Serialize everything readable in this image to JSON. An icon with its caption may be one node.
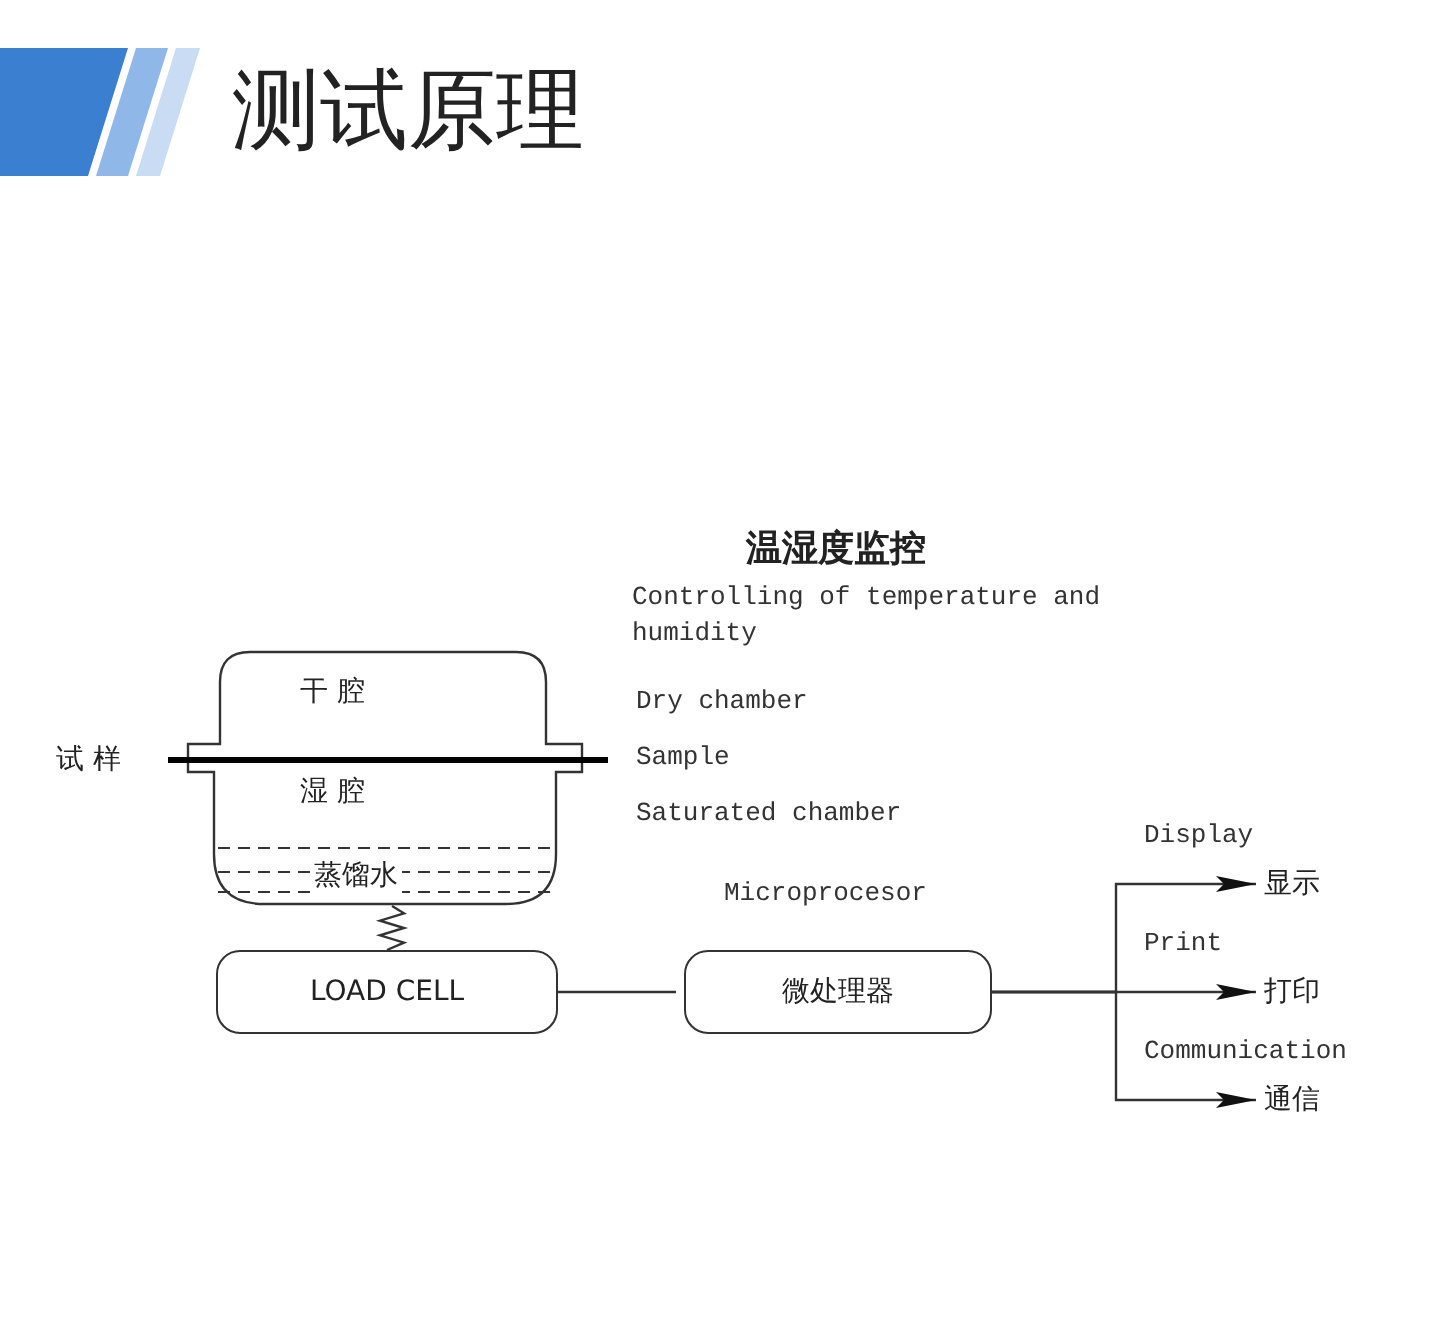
{
  "diagram": {
    "title": "测试原理",
    "nodes": [
      {
        "text": [
          "干 腔",
          "湿 腔",
          "蒸馏水"
        ]
      },
      {
        "text": [
          "LOAD CELL"
        ]
      },
      {
        "text": [
          "微处理器"
        ],
        "beside": [
          "Microprocesor"
        ]
      },
      {
        "text": [
          "显示"
        ],
        "beside": [
          "Display"
        ]
      },
      {
        "text": [
          "打印"
        ],
        "beside": [
          "Print"
        ]
      },
      {
        "text": [
          "通信"
        ],
        "beside": [
          "Communication"
        ]
      }
    ],
    "edges": [
      {
        "from": 0,
        "to": 1,
        "arrow": "none"
      },
      {
        "from": 1,
        "to": 2,
        "arrow": "none"
      },
      {
        "from": 2,
        "to": 3,
        "arrow": "to"
      },
      {
        "from": 2,
        "to": 4,
        "arrow": "to"
      },
      {
        "from": 2,
        "to": 5,
        "arrow": "to"
      }
    ],
    "labels": [
      "试 样",
      "温湿度监控",
      "Controlling of temperature and humidity",
      "Dry chamber",
      "Sample",
      "Saturated chamber"
    ]
  }
}
